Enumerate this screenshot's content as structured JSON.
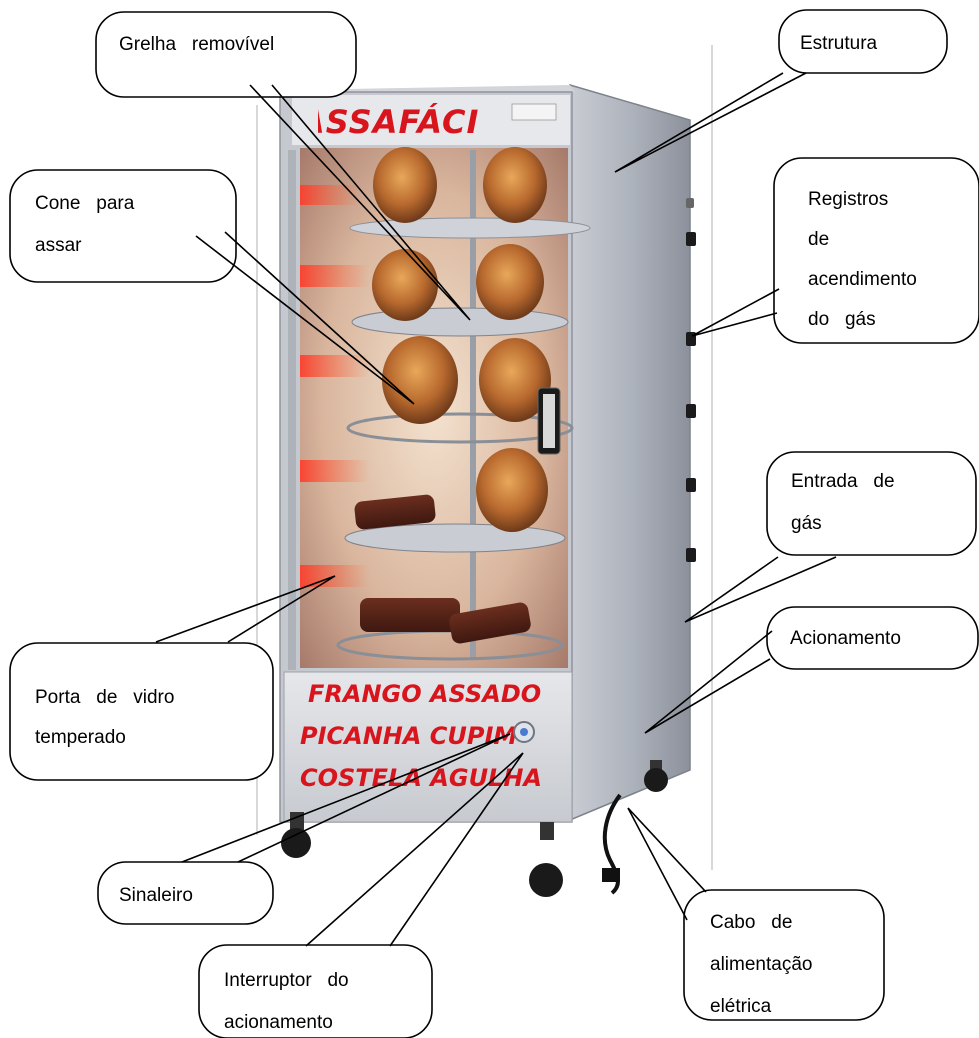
{
  "oven": {
    "brand": "ASSAFÁCIL",
    "front_lines": [
      "FRANGO ASSADO",
      "PICANHA CUPIM",
      "COSTELA AGULHA"
    ]
  },
  "callouts": [
    {
      "id": "grelha",
      "lines": [
        "Grelha   removível"
      ]
    },
    {
      "id": "estrutura",
      "lines": [
        "Estrutura"
      ]
    },
    {
      "id": "cone",
      "lines": [
        "Cone   para",
        "assar"
      ]
    },
    {
      "id": "registros",
      "lines": [
        "Registros",
        "de",
        "acendimento",
        "do   gás"
      ]
    },
    {
      "id": "entrada",
      "lines": [
        "Entrada   de",
        "gás"
      ]
    },
    {
      "id": "acionamento",
      "lines": [
        "Acionamento"
      ]
    },
    {
      "id": "porta",
      "lines": [
        "Porta   de   vidro",
        "temperado"
      ]
    },
    {
      "id": "sinaleiro",
      "lines": [
        "Sinaleiro"
      ]
    },
    {
      "id": "interruptor",
      "lines": [
        "Interruptor   do",
        "acionamento"
      ]
    },
    {
      "id": "cabo",
      "lines": [
        "Cabo   de",
        "alimentação",
        "elétrica"
      ]
    }
  ]
}
